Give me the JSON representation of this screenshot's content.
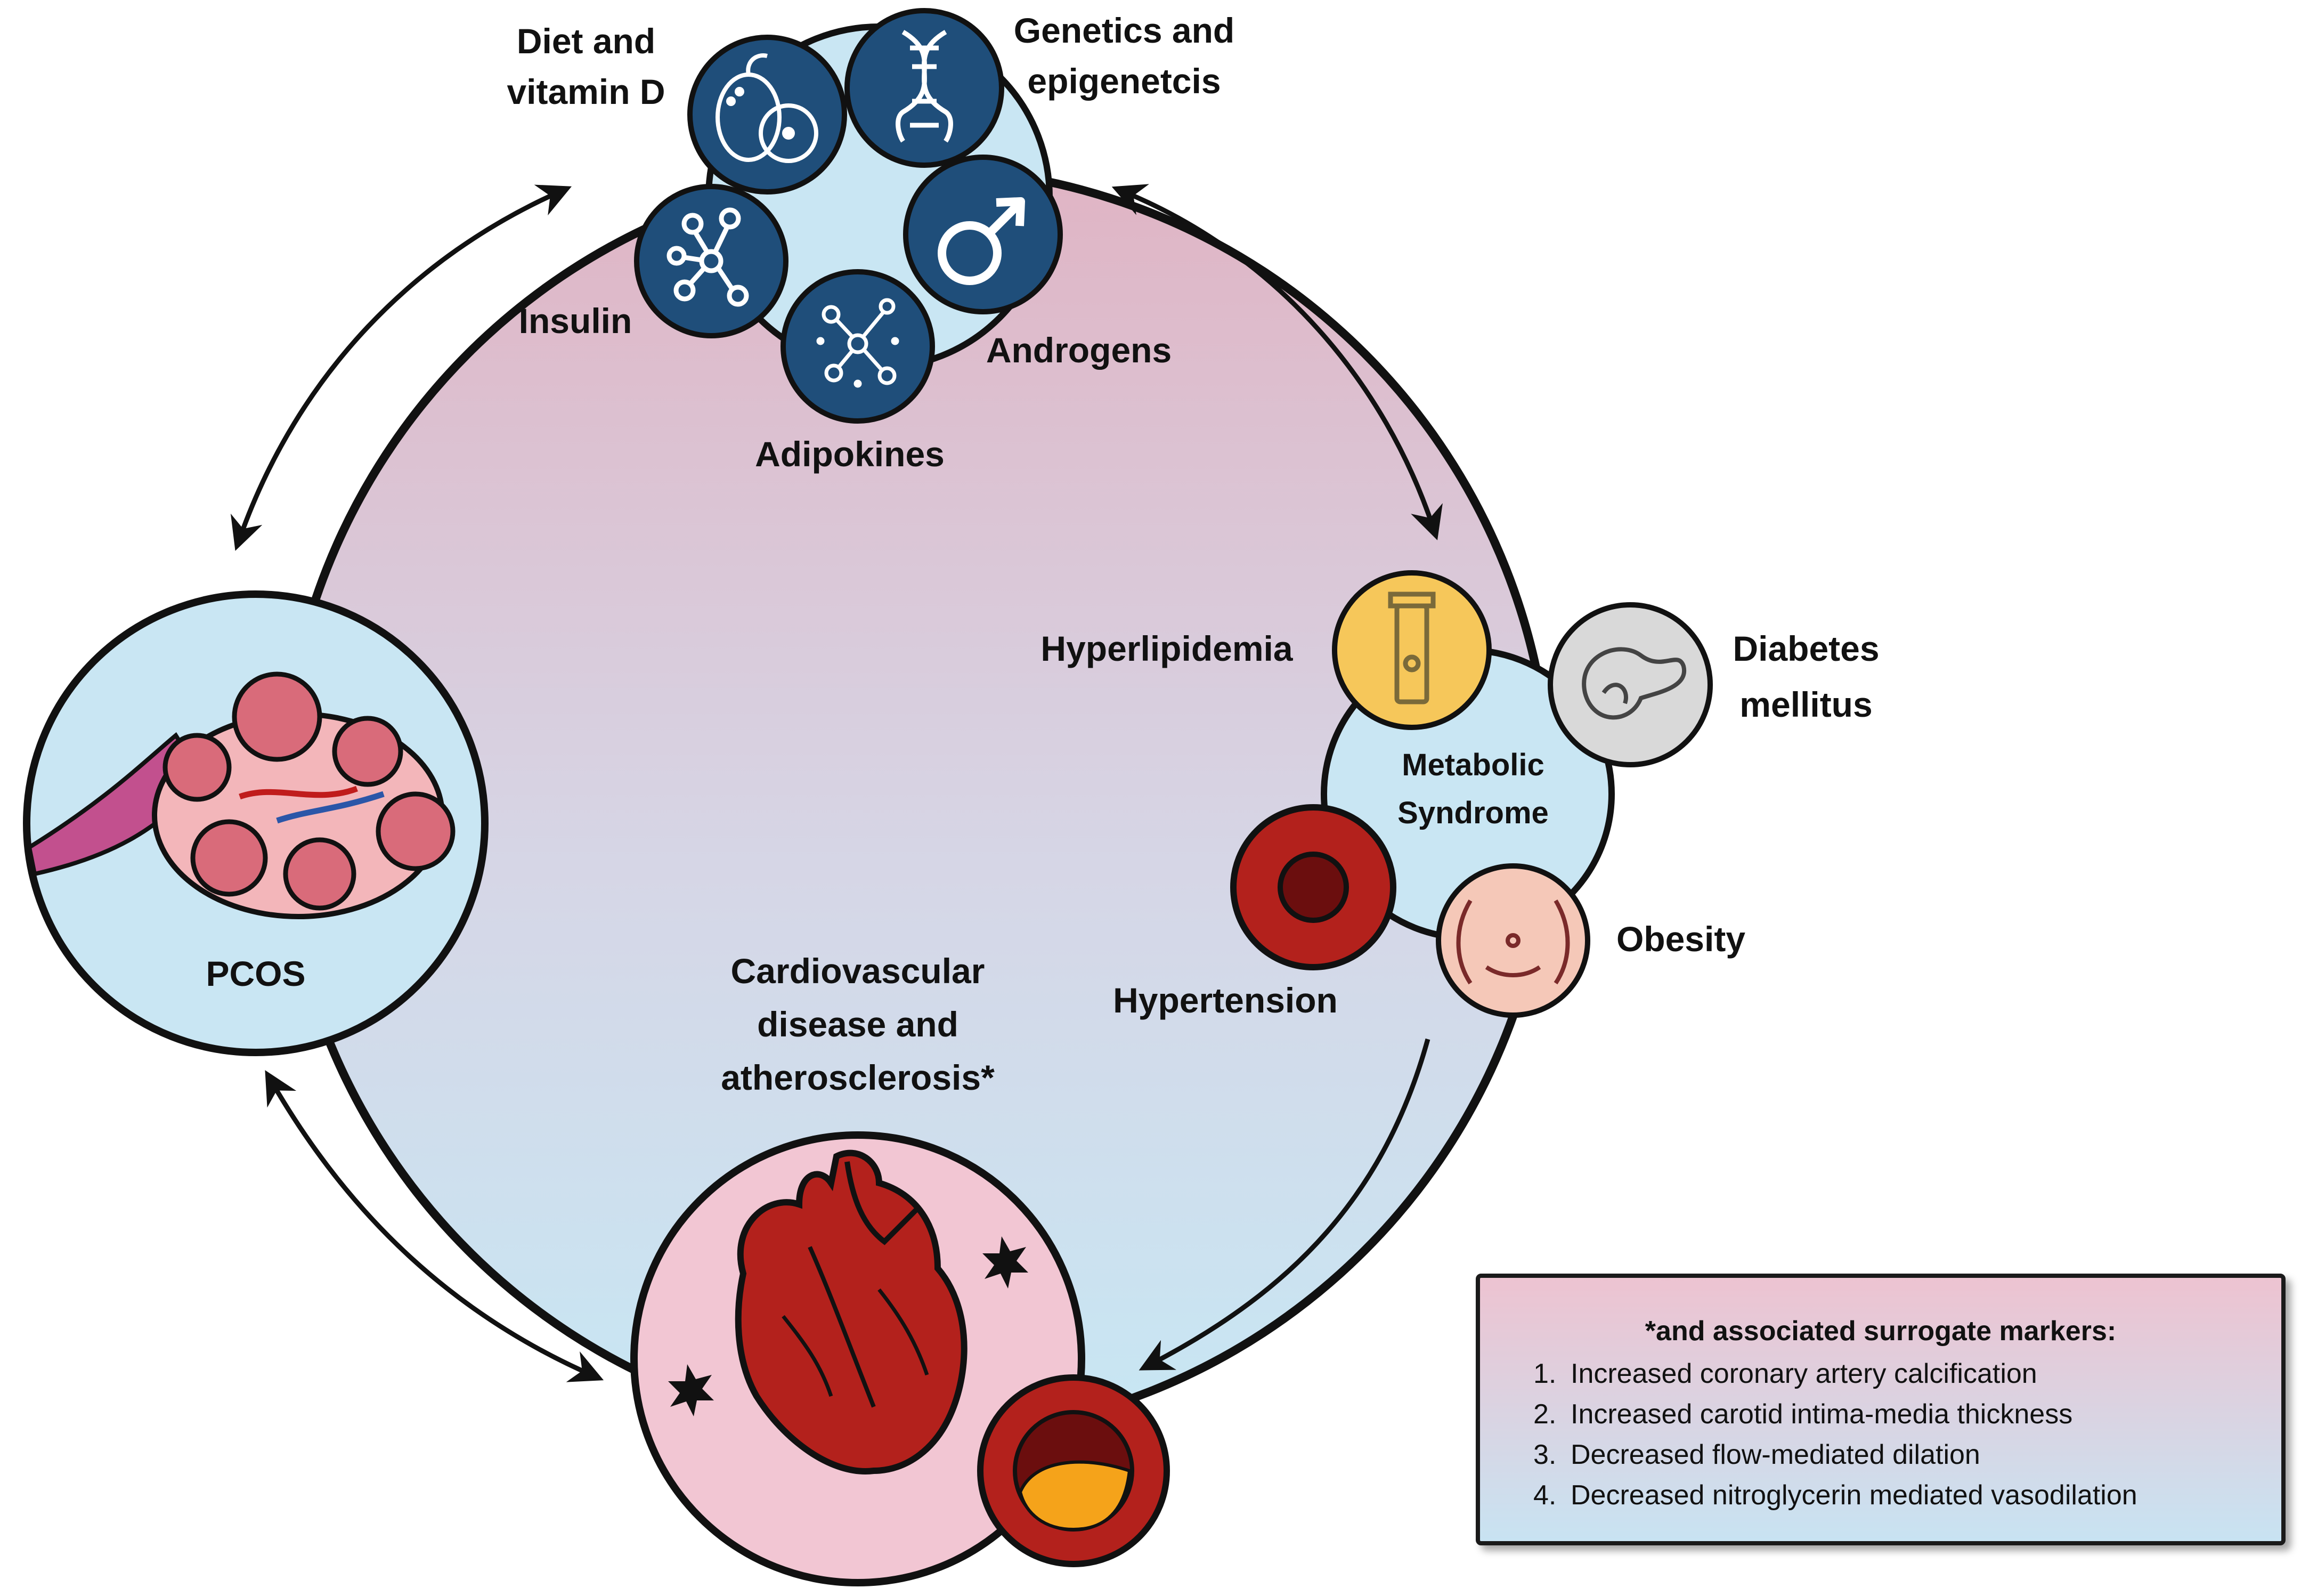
{
  "center": {
    "cvd_label_line1": "Cardiovascular",
    "cvd_label_line2": "disease and",
    "cvd_label_line3": "atherosclerosis*"
  },
  "pcos": {
    "label": "PCOS"
  },
  "factors": {
    "diet": {
      "line1": "Diet and",
      "line2": "vitamin D",
      "icon": "fruit-icon"
    },
    "genetics": {
      "line1": "Genetics and",
      "line2": "epigenetcis",
      "icon": "dna-icon"
    },
    "insulin": {
      "label": "Insulin",
      "icon": "molecule-icon"
    },
    "adipokines": {
      "label": "Adipokines",
      "icon": "network-icon"
    },
    "androgens": {
      "label": "Androgens",
      "icon": "male-symbol-icon"
    }
  },
  "metabolic": {
    "label_line1": "Metabolic",
    "label_line2": "Syndrome",
    "hyperlipidemia": "Hyperlipidemia",
    "diabetes_line1": "Diabetes",
    "diabetes_line2": "mellitus",
    "obesity": "Obesity",
    "hypertension": "Hypertension"
  },
  "legend": {
    "title": "*and associated surrogate markers:",
    "items": [
      {
        "num": "1.",
        "text": "Increased coronary artery calcification"
      },
      {
        "num": "2.",
        "text": "Increased carotid intima-media thickness"
      },
      {
        "num": "3.",
        "text": "Decreased flow-mediated dilation"
      },
      {
        "num": "4.",
        "text": "Decreased nitroglycerin mediated vasodilation"
      }
    ]
  },
  "colors": {
    "factor_blue": "#1f4e7a",
    "circle_pink": "#e2b8c7",
    "circle_blue": "#c9e6f3",
    "heart_red": "#b3211c",
    "hyperlipidemia_yellow": "#f6c75a",
    "diabetes_gray": "#d9d9d9",
    "obesity_peach": "#f5c8b8",
    "ovary_pink": "#d96b7a"
  }
}
